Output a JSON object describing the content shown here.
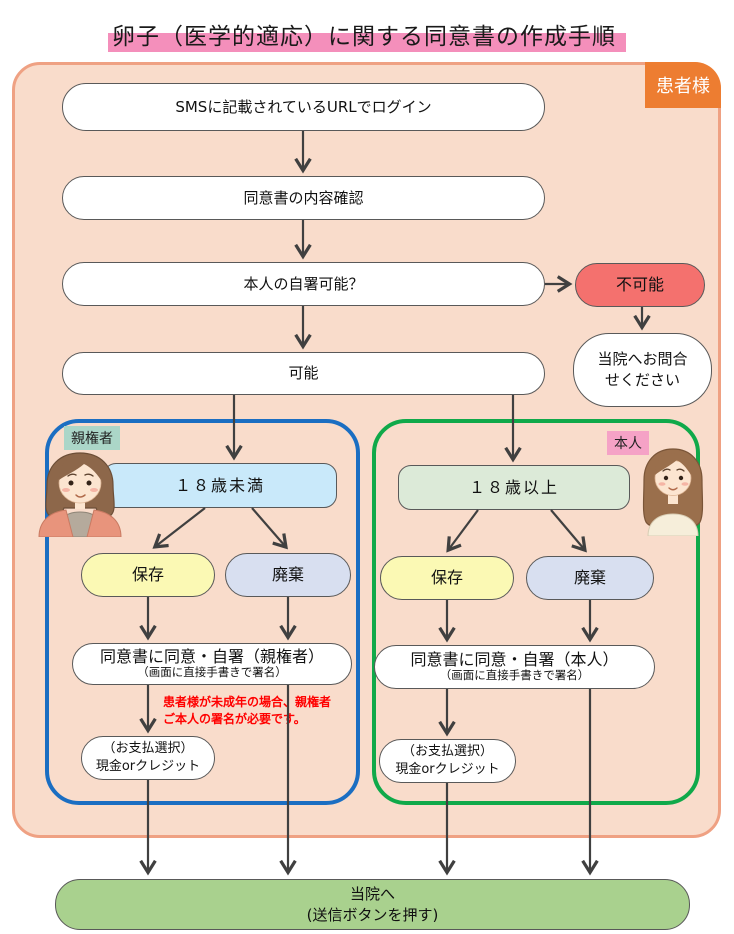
{
  "title": {
    "text": "卵子（医学的適応）に関する同意書の作成手順"
  },
  "container": {
    "corner_label": "患者様"
  },
  "flow": {
    "login": "SMSに記載されているURLでログイン",
    "confirm": "同意書の内容確認",
    "question": "本人の自署可能？",
    "impossible": "不可能",
    "contact_line1": "当院へお問合",
    "contact_line2": "せください",
    "possible": "可能"
  },
  "groups": {
    "guardian": {
      "label": "親権者",
      "age": "１８歳未満",
      "save": "保存",
      "discard": "廃棄",
      "sign_main": "同意書に同意・自署（親権者）",
      "sign_sub": "（画面に直接手書きで署名）",
      "note_line1": "患者様が未成年の場合、親権者",
      "note_line2": "ご本人の署名が必要です。",
      "payment_line1": "（お支払選択）",
      "payment_line2": "現金orクレジット"
    },
    "self": {
      "label": "本人",
      "age": "１８歳以上",
      "save": "保存",
      "discard": "廃棄",
      "sign_main": "同意書に同意・自署（本人）",
      "sign_sub": "（画面に直接手書きで署名）",
      "payment_line1": "（お支払選択）",
      "payment_line2": "現金orクレジット"
    }
  },
  "footer": {
    "line1": "当院へ",
    "line2": "(送信ボタンを押す)"
  },
  "colors": {
    "container_bg": "#f9dccb",
    "container_border": "#efa183",
    "patient_badge": "#ed7d31",
    "title_highlight": "#f48fbb",
    "impossible_fill": "#f4716e",
    "age_under_fill": "#c9e9fa",
    "age_over_fill": "#dcead8",
    "save_fill": "#fbf9b4",
    "discard_fill": "#d8dff0",
    "guardian_border": "#1b6ec2",
    "self_border": "#10a94a",
    "guardian_label_bg": "#abd6c8",
    "self_label_bg": "#f5a2c6",
    "footer_fill": "#a9d18e",
    "note_red": "#ff0000",
    "arrow": "#404040"
  }
}
